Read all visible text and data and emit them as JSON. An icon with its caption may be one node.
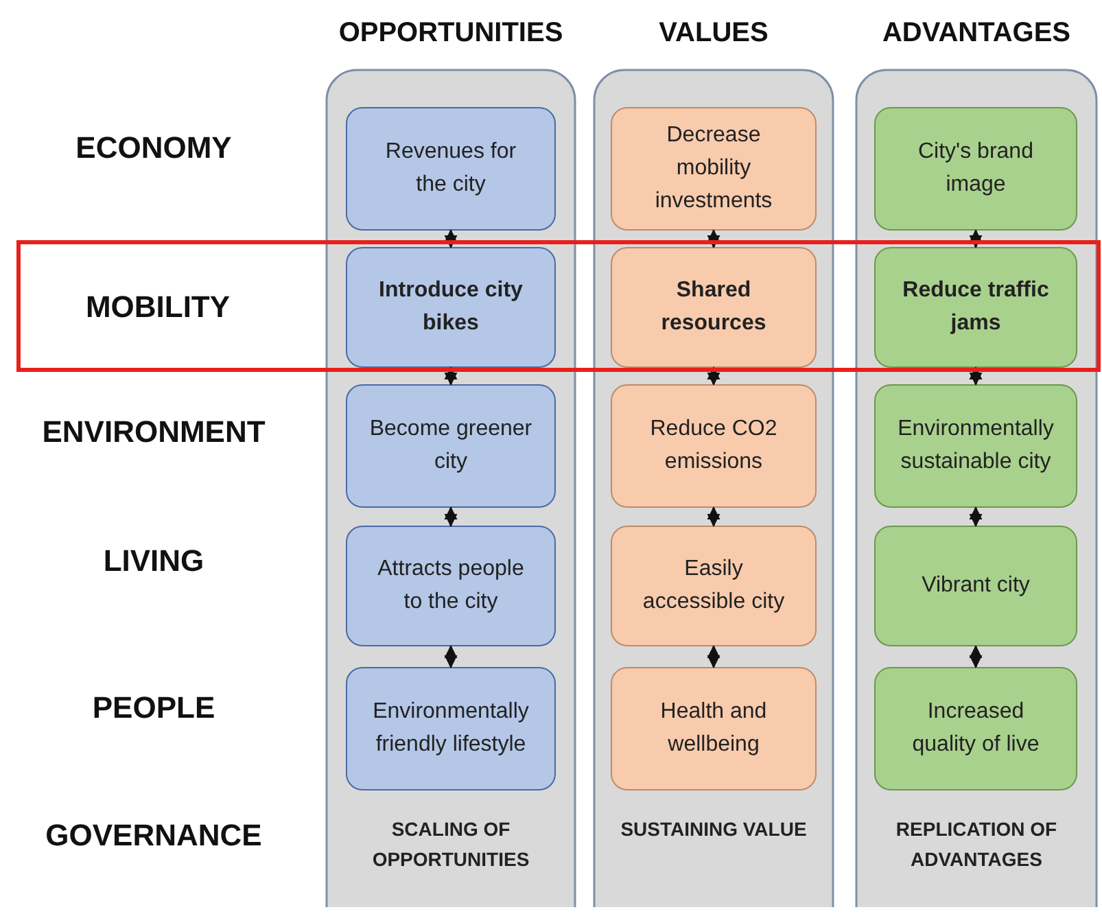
{
  "diagram": {
    "nodes": [
      {
        "text": [
          "OPPORTUNITIES",
          "SCALING OF OPPORTUNITIES"
        ]
      },
      {
        "text": [
          "Revenues for the city"
        ],
        "in": 0
      },
      {
        "text": [
          "Introduce city bikes"
        ]
      },
      {
        "text": [
          "Become greener city"
        ],
        "in": 0
      },
      {
        "text": [
          "Attracts people to the city"
        ],
        "in": 0
      },
      {
        "text": [
          "Environmentally friendly lifestyle"
        ],
        "in": 0
      },
      {
        "text": [
          "VALUES",
          "SUSTAINING VALUE"
        ]
      },
      {
        "text": [
          "Decrease mobility investments"
        ],
        "in": 6
      },
      {
        "text": [
          "Shared resources"
        ]
      },
      {
        "text": [
          "Reduce CO2 emissions"
        ],
        "in": 6
      },
      {
        "text": [
          "Easily accessible city"
        ],
        "in": 6
      },
      {
        "text": [
          "Health and wellbeing"
        ],
        "in": 6
      },
      {
        "text": [
          "ADVANTAGES",
          "REPLICATION OF ADVANTAGES"
        ]
      },
      {
        "text": [
          "City's brand image"
        ],
        "in": 12
      },
      {
        "text": [
          "Reduce traffic jams"
        ]
      },
      {
        "text": [
          "Environmentally sustainable city"
        ],
        "in": 12
      },
      {
        "text": [
          "Vibrant city"
        ],
        "in": 12
      },
      {
        "text": [
          "Increased quality of live"
        ],
        "in": 12
      },
      {
        "text": [
          "MOBILITY"
        ]
      }
    ],
    "edges": [
      {
        "from": 1,
        "to": 2,
        "arrow": "both"
      },
      {
        "from": 2,
        "to": 3,
        "arrow": "both"
      },
      {
        "from": 3,
        "to": 4,
        "arrow": "both"
      },
      {
        "from": 4,
        "to": 5,
        "arrow": "both"
      },
      {
        "from": 7,
        "to": 8,
        "arrow": "both"
      },
      {
        "from": 8,
        "to": 9,
        "arrow": "both"
      },
      {
        "from": 9,
        "to": 10,
        "arrow": "both"
      },
      {
        "from": 10,
        "to": 11,
        "arrow": "both"
      },
      {
        "from": 13,
        "to": 14,
        "arrow": "both"
      },
      {
        "from": 14,
        "to": 15,
        "arrow": "both"
      },
      {
        "from": 15,
        "to": 16,
        "arrow": "both"
      },
      {
        "from": 16,
        "to": 17,
        "arrow": "both"
      }
    ],
    "labels": [
      "ECONOMY",
      "ENVIRONMENT",
      "LIVING",
      "PEOPLE",
      "GOVERNANCE"
    ]
  }
}
